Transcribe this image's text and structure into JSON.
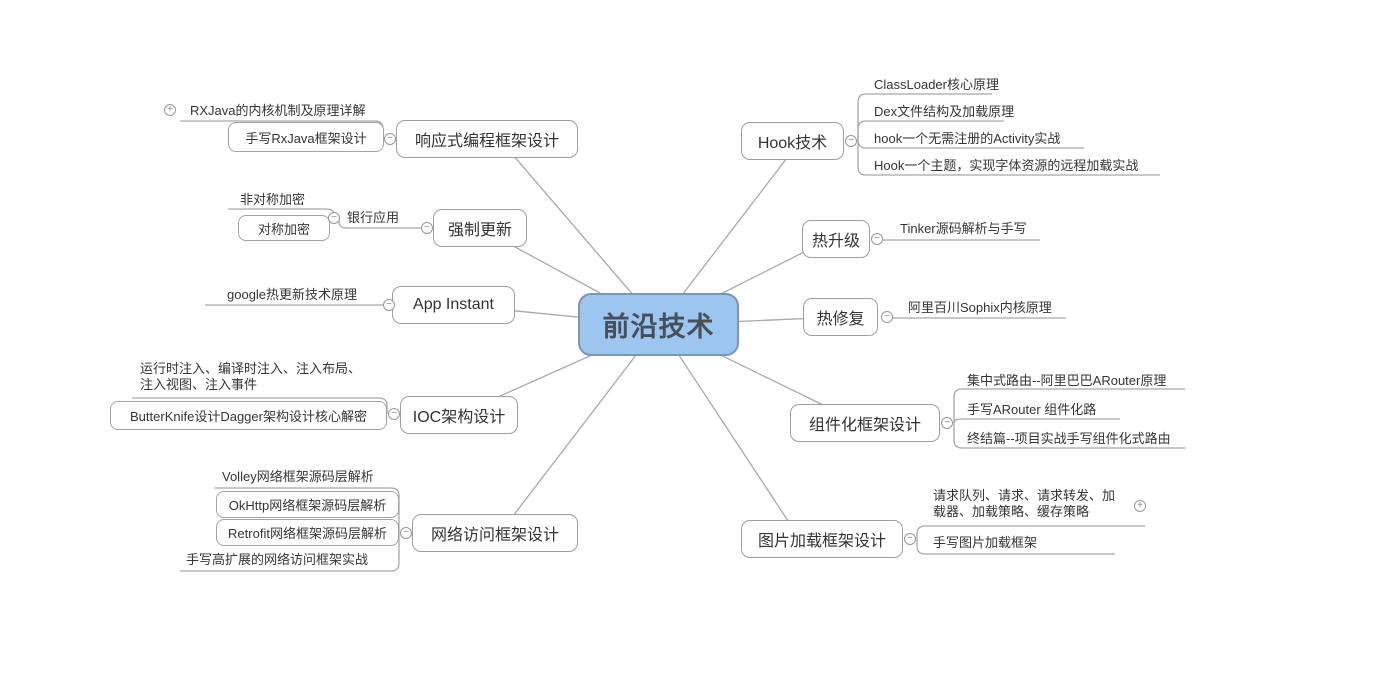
{
  "map": {
    "root": "前沿技术",
    "left": [
      {
        "label": "响应式编程框架设计",
        "children": [
          "RXJava的内核机制及原理详解",
          "手写RxJava框架设计"
        ]
      },
      {
        "label": "强制更新",
        "children": [
          {
            "label": "银行应用",
            "children": [
              "非对称加密",
              "对称加密"
            ]
          }
        ]
      },
      {
        "label": "App Instant",
        "children": [
          "google热更新技术原理"
        ]
      },
      {
        "label": "IOC架构设计",
        "children": [
          "运行时注入、编译时注入、注入布局、注入视图、注入事件",
          "ButterKnife设计Dagger架构设计核心解密"
        ]
      },
      {
        "label": "网络访问框架设计",
        "children": [
          "Volley网络框架源码层解析",
          "OkHttp网络框架源码层解析",
          "Retrofit网络框架源码层解析",
          "手写高扩展的网络访问框架实战"
        ]
      }
    ],
    "right": [
      {
        "label": "Hook技术",
        "children": [
          "ClassLoader核心原理",
          "Dex文件结构及加载原理",
          "hook一个无需注册的Activity实战",
          "Hook一个主题，实现字体资源的远程加载实战"
        ]
      },
      {
        "label": "热升级",
        "children": [
          "Tinker源码解析与手写"
        ]
      },
      {
        "label": "热修复",
        "children": [
          "阿里百川Sophix内核原理"
        ]
      },
      {
        "label": "组件化框架设计",
        "children": [
          "集中式路由--阿里巴巴ARouter原理",
          "手写ARouter 组件化路",
          "终结篇--项目实战手写组件化式路由"
        ]
      },
      {
        "label": "图片加载框架设计",
        "children": [
          "请求队列、请求、请求转发、加载器、加载策略、缓存策略",
          "手写图片加载框架"
        ]
      }
    ]
  },
  "badges": {
    "collapse": "−",
    "expand": "+"
  },
  "colors": {
    "center_fill": "#9CC5F0",
    "center_border": "#8096AB",
    "line": "#A8A8A8",
    "text": "#3B3B3B"
  }
}
